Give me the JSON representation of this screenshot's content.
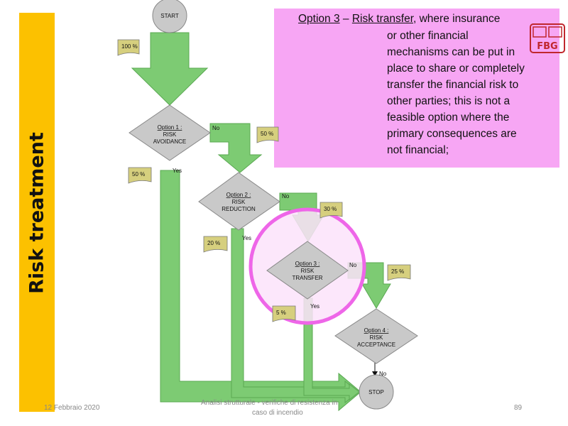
{
  "slide": {
    "title": "Risk treatment",
    "callout": {
      "option_label": "Option 3",
      "dash": "–",
      "heading": "Risk transfer",
      "first_line_rest": ", where insurance",
      "lines": [
        "or other financial",
        "mechanisms can be put in",
        "place to share or completely",
        "transfer the financial risk to",
        "other parties; this is not a",
        "feasible option where the",
        "primary consequences are",
        "not financial;"
      ]
    },
    "flowchart": {
      "start": "START",
      "stop": "STOP",
      "options": [
        {
          "label": "Option 1 :",
          "line1": "RISK",
          "line2": "AVOIDANCE"
        },
        {
          "label": "Option 2 :",
          "line1": "RISK",
          "line2": "REDUCTION"
        },
        {
          "label": "Option 3 :",
          "line1": "RISK",
          "line2": "TRANSFER"
        },
        {
          "label": "Option 4 :",
          "line1": "RISK",
          "line2": "ACCEPTANCE"
        }
      ],
      "percentages": [
        "100 %",
        "50 %",
        "50 %",
        "30 %",
        "20 %",
        "25 %",
        "5 %"
      ],
      "yes": "Yes",
      "no": "No"
    },
    "footer": {
      "date": "12 Febbraio 2020",
      "center_line1": "Analisi strutturale - verifiche di resistenza in",
      "center_line2": "caso di incendio",
      "page": "89"
    },
    "stamp_text": "FBG",
    "colors": {
      "sidebar": "#fcc100",
      "callout": "#f7a6f4",
      "arrow": "#7dcb73",
      "diamond": "#c9c9c9",
      "note": "#d6cf7e",
      "highlight": "#ee66e8"
    }
  }
}
